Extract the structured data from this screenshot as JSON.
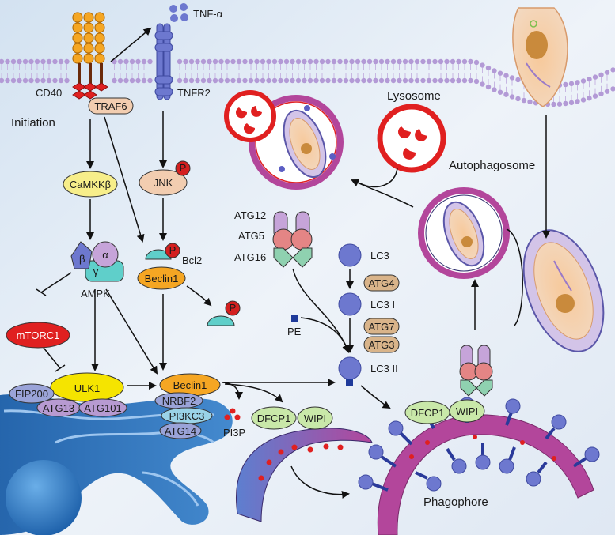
{
  "labels": {
    "tnf": "TNF-α",
    "cd40": "CD40",
    "traf6": "TRAF6",
    "tnfr2": "TNFR2",
    "initiation": "Initiation",
    "lysosome": "Lysosome",
    "autophagosome": "Autophagosome",
    "camkk": "CaMKKβ",
    "jnk": "JNK",
    "p": "P",
    "bcl2": "Bcl2",
    "beclin1_top": "Beclin1",
    "beta": "β",
    "alpha": "α",
    "gamma": "γ",
    "ampk": "AMPK",
    "mtorc1": "mTORC1",
    "atg12": "ATG12",
    "atg5": "ATG5",
    "atg16": "ATG16",
    "lc3": "LC3",
    "atg4": "ATG4",
    "lc3i": "LC3 I",
    "pe": "PE",
    "atg7": "ATG7",
    "atg3": "ATG3",
    "lc3ii": "LC3 II",
    "ulk1": "ULK1",
    "fip200": "FIP200",
    "atg13": "ATG13",
    "atg101": "ATG101",
    "beclin1_bottom": "Beclin1",
    "nrbf2": "NRBF2",
    "pi3kc3": "PI3KC3",
    "atg14": "ATG14",
    "pi3p": "PI3P",
    "dfcp1_a": "DFCP1",
    "wipi_a": "WIPI",
    "dfcp1_b": "DFCP1",
    "wipi_b": "WIPI",
    "phagophore": "Phagophore"
  },
  "colors": {
    "background": "#e6eef7",
    "membrane_head": "#b39ad6",
    "red": "#e02020",
    "yellow": "#f7ee8a",
    "orange_node": "#f2cdb0",
    "beclin": "#f5a623",
    "teal": "#5fcfca",
    "purple_node": "#b79ad1",
    "blue_node": "#7b87d8",
    "lc3": "#6d78cf",
    "tan": "#d9b48a",
    "green": "#c9e8a9",
    "magenta": "#b3469b",
    "nucleus": "#3b82cf",
    "er": "#1f63ab"
  }
}
